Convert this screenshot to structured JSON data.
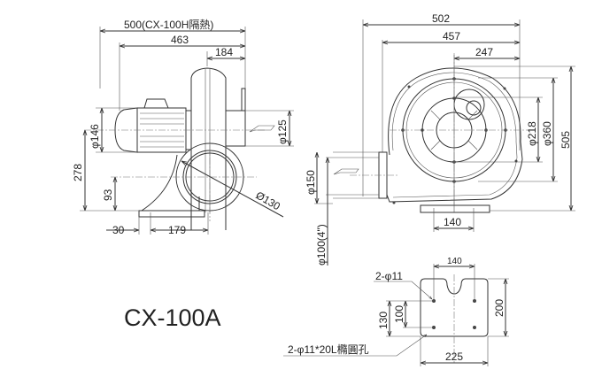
{
  "title": "CX-100A",
  "side_view": {
    "overall_length": "500(CX-100H隔熱)",
    "length": "463",
    "outlet_offset": "184",
    "motor_diameter": "φ146",
    "outlet_diameter": "φ125",
    "center_height": "278",
    "inlet_height": "93",
    "inlet_diameter": "Ø130",
    "base_offset": "30",
    "base_length": "179"
  },
  "front_view": {
    "overall_width": "502",
    "width": "457",
    "center_offset": "247",
    "bolt_circle": "φ218",
    "housing_diameter": "φ360",
    "height": "505",
    "inlet_flange": "φ150",
    "inlet_pipe": "φ100(4\")",
    "base_width": "140"
  },
  "base_plan": {
    "hole_spacing": "140",
    "round_holes": "2-φ11",
    "slot_holes": "2-φ11*20L橢圓孔",
    "outer_spacing": "130",
    "inner_spacing": "100",
    "plate_depth": "200",
    "plate_width": "225"
  }
}
